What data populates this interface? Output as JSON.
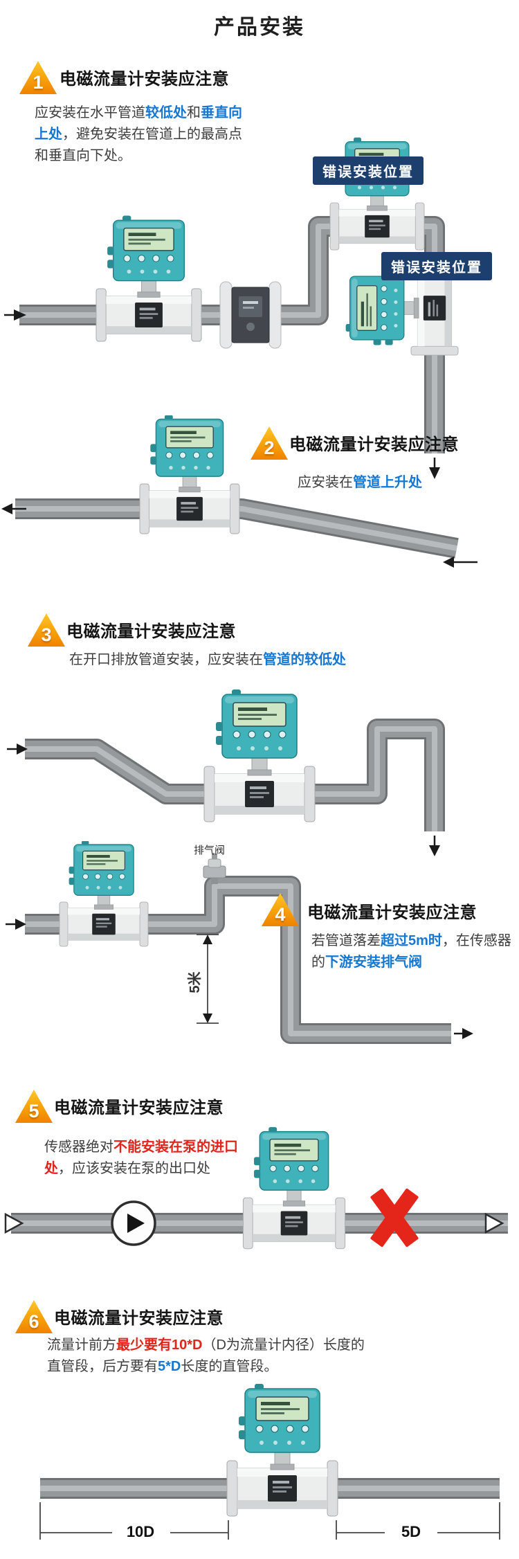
{
  "page": {
    "title": "产品安装"
  },
  "common": {
    "section_title": "电磁流量计安装应注意"
  },
  "colors": {
    "accent_blue": "#1677d2",
    "accent_red": "#e2241b",
    "meter_teal": "#3fb3b9",
    "label_navy": "#1d3f6e",
    "badge_orange": "#f49a0a"
  },
  "sections": {
    "s1": {
      "num": "1",
      "wrong_label": "错误安装位置",
      "text": {
        "a": "应安装在水平管道",
        "b": "较低处",
        "c": "和",
        "d": "垂直向上处",
        "e": "，避免安装在管道上的最高点和垂直向下处。"
      }
    },
    "s2": {
      "num": "2",
      "text": {
        "a": "应安装在",
        "b": "管道上升处"
      }
    },
    "s3": {
      "num": "3",
      "text": {
        "a": "在开口排放管道安装，应安装在",
        "b": "管道的较低处"
      }
    },
    "s4": {
      "num": "4",
      "vent_label": "排气阀",
      "dim_label": "5米",
      "text": {
        "a": "若管道落差",
        "b": "超过5m时",
        "c": "，在传感器的",
        "d": "下游安装排气阀"
      }
    },
    "s5": {
      "num": "5",
      "text": {
        "a": "传感器绝对",
        "b": "不能安装在泵的进口处",
        "c": "，应该安装在泵的出口处"
      }
    },
    "s6": {
      "num": "6",
      "dim_front": "10D",
      "dim_back": "5D",
      "text": {
        "a": "流量计前方",
        "b": "最少要有10*D",
        "c": "（D为流量计内径）长度的直管段，后方要有",
        "d": "5*D",
        "e": "长度的直管段。"
      }
    }
  }
}
